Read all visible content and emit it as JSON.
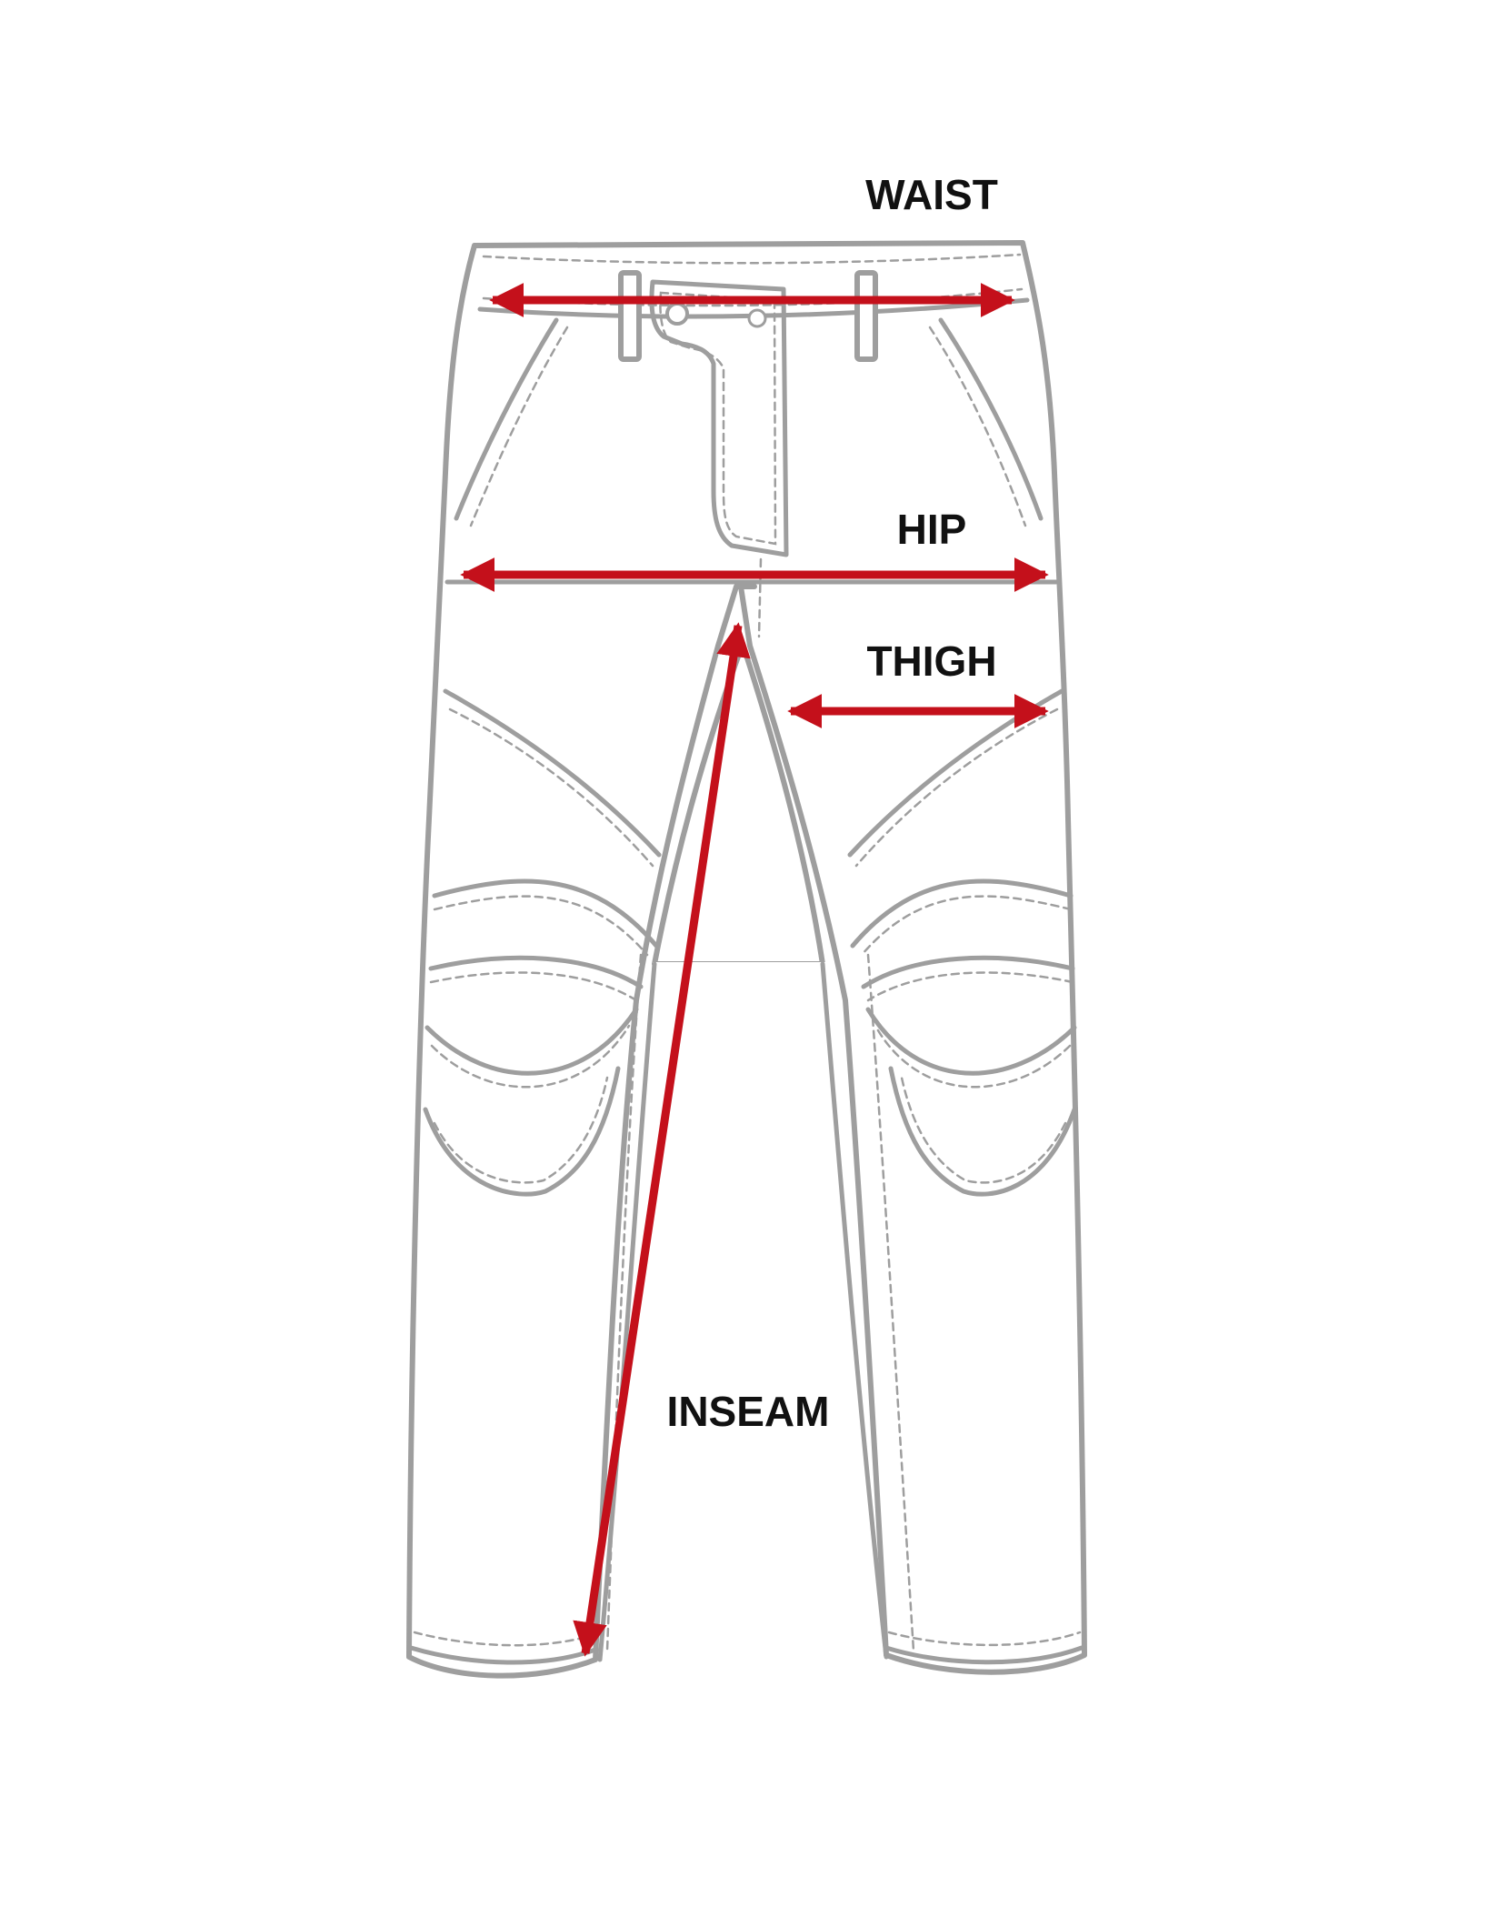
{
  "labels": {
    "waist": "WAIST",
    "hip": "HIP",
    "thigh": "THIGH",
    "inseam": "INSEAM"
  },
  "colors": {
    "arrow": "#c4101b",
    "outline": "#9e9e9e",
    "label": "#111111",
    "background": "#ffffff"
  }
}
